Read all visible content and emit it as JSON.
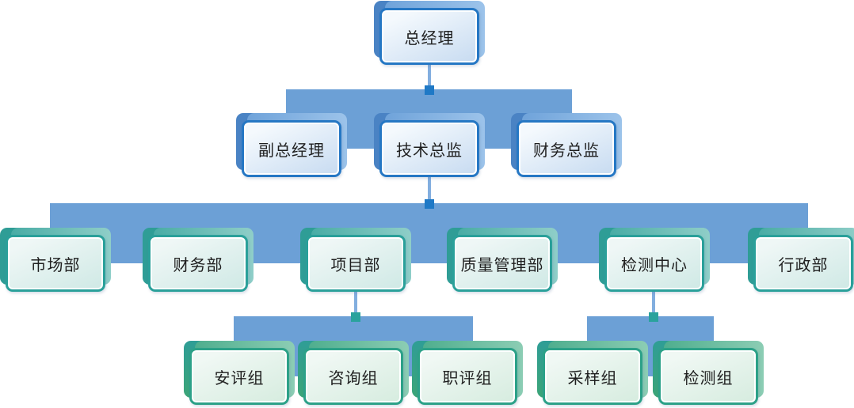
{
  "colors": {
    "band": "#6CA0D6",
    "line": "#82AEDF",
    "square-blue": "#1F79C6",
    "square-teal": "#2AA29D",
    "text": "#1F1F1F",
    "blue-border": "#2577C4",
    "blue-back-light-1": "#9CC3EA",
    "blue-back-light-2": "#6FA3DA",
    "blue-back-dark": "#4A83C4",
    "blue-fill-1": "#F4F9FD",
    "blue-fill-2": "#C7DBF1",
    "teal-border": "#2AA09A",
    "teal-back-light-1": "#49ACA5",
    "teal-back-light-2": "#8FCEC8",
    "teal-back-dark": "#2F9D96",
    "teal-fill-1": "#EFF7F6",
    "teal-fill-2": "#CFE9E5",
    "green-border": "#2CA188",
    "green-back-light-1": "#4FAE8E",
    "green-back-light-2": "#8CCDB4",
    "green-back-dark": "#3CA578",
    "green-fill-1": "#F0F8F4",
    "green-fill-2": "#D6ECDF"
  },
  "nodes": {
    "l1": [
      {
        "label": "总经理"
      }
    ],
    "l2": [
      {
        "label": "副总经理"
      },
      {
        "label": "技术总监"
      },
      {
        "label": "财务总监"
      }
    ],
    "l3": [
      {
        "label": "市场部"
      },
      {
        "label": "财务部"
      },
      {
        "label": "项目部"
      },
      {
        "label": "质量管理部"
      },
      {
        "label": "检测中心"
      },
      {
        "label": "行政部"
      }
    ],
    "l4a": [
      {
        "label": "安评组"
      },
      {
        "label": "咨询组"
      },
      {
        "label": "职评组"
      }
    ],
    "l4b": [
      {
        "label": "采样组"
      },
      {
        "label": "检测组"
      }
    ]
  }
}
